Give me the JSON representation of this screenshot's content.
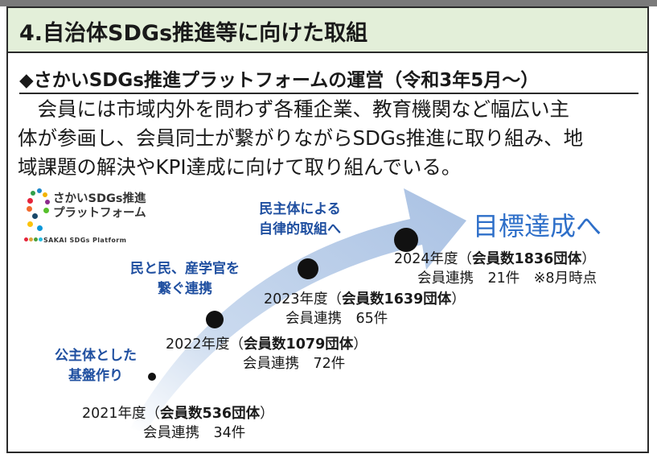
{
  "header": {
    "title": "4.自治体SDGs推進等に向けた取組"
  },
  "section": {
    "subheading": "◆さかいSDGs推進プラットフォームの運営（令和3年5月～）",
    "body": "会員には市域内外を問わず各種企業、教育機関など幅広い主体が参画し、会員同士が繋がりながらSDGs推進に取り組み、地域課題の解決やKPI達成に向けて取り組んでいる。",
    "lines": [
      "　会員には市域内外を問わず各種企業、教育機関など幅広い主",
      "体が参画し、会員同士が繋がりながらSDGs推進に取り組み、地",
      "域課題の解決やKPI達成に向けて取り組んでいる。"
    ]
  },
  "logo": {
    "line1": "さかいSDGs推進",
    "line2": "プラットフォーム",
    "english": "SAKAI SDGs Platform"
  },
  "colors": {
    "arrow": "#b7cce8",
    "label": "#1f4fa0",
    "goal": "#2e6fc9",
    "title_bg": "#e3efd9"
  },
  "stages": [
    {
      "line1": "公主体とした",
      "line2": "基盤作り"
    },
    {
      "line1": "民と民、産学官を",
      "line2": "繋ぐ連携"
    },
    {
      "line1": "民主体による",
      "line2": "自律的取組へ"
    }
  ],
  "goal": "目標達成へ",
  "milestones": [
    {
      "year": "2021年度",
      "open": "（",
      "members": "会員数536団体",
      "close": "）",
      "collab": "会員連携　34件"
    },
    {
      "year": "2022年度",
      "open": "（",
      "members": "会員数1079団体",
      "close": "）",
      "collab": "会員連携　72件"
    },
    {
      "year": "2023年度",
      "open": "（",
      "members": "会員数1639団体",
      "close": "）",
      "collab": "会員連携　65件"
    },
    {
      "year": "2024年度",
      "open": "（",
      "members": "会員数1836団体",
      "close": "）",
      "collab": "会員連携　21件　※8月時点"
    }
  ]
}
